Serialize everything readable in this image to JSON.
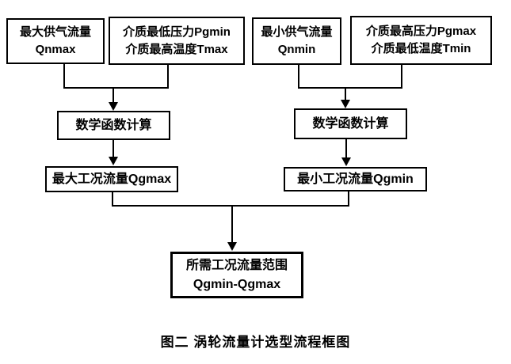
{
  "diagram": {
    "title": "涡轮流量计选型流程框图",
    "nodes": {
      "qnmax": {
        "line1": "最大供气流量",
        "line2": "Qnmax"
      },
      "pgmin_tmax": {
        "line1": "介质最低压力Pgmin",
        "line2": "介质最高温度Tmax"
      },
      "qnmin": {
        "line1": "最小供气流量",
        "line2": "Qnmin"
      },
      "pgmax_tmin": {
        "line1": "介质最高压力Pgmax",
        "line2": "介质最低温度Tmin"
      },
      "calc_left": {
        "label": "数学函数计算"
      },
      "calc_right": {
        "label": "数学函数计算"
      },
      "qgmax": {
        "label": "最大工况流量Qgmax"
      },
      "qgmin": {
        "label": "最小工况流量Qgmin"
      },
      "result": {
        "line1": "所需工况流量范围",
        "line2": "Qgmin-Qgmax"
      }
    },
    "caption": "图二  涡轮流量计选型流程框图",
    "colors": {
      "line": "#000000",
      "background": "#ffffff",
      "text": "#000000"
    }
  }
}
